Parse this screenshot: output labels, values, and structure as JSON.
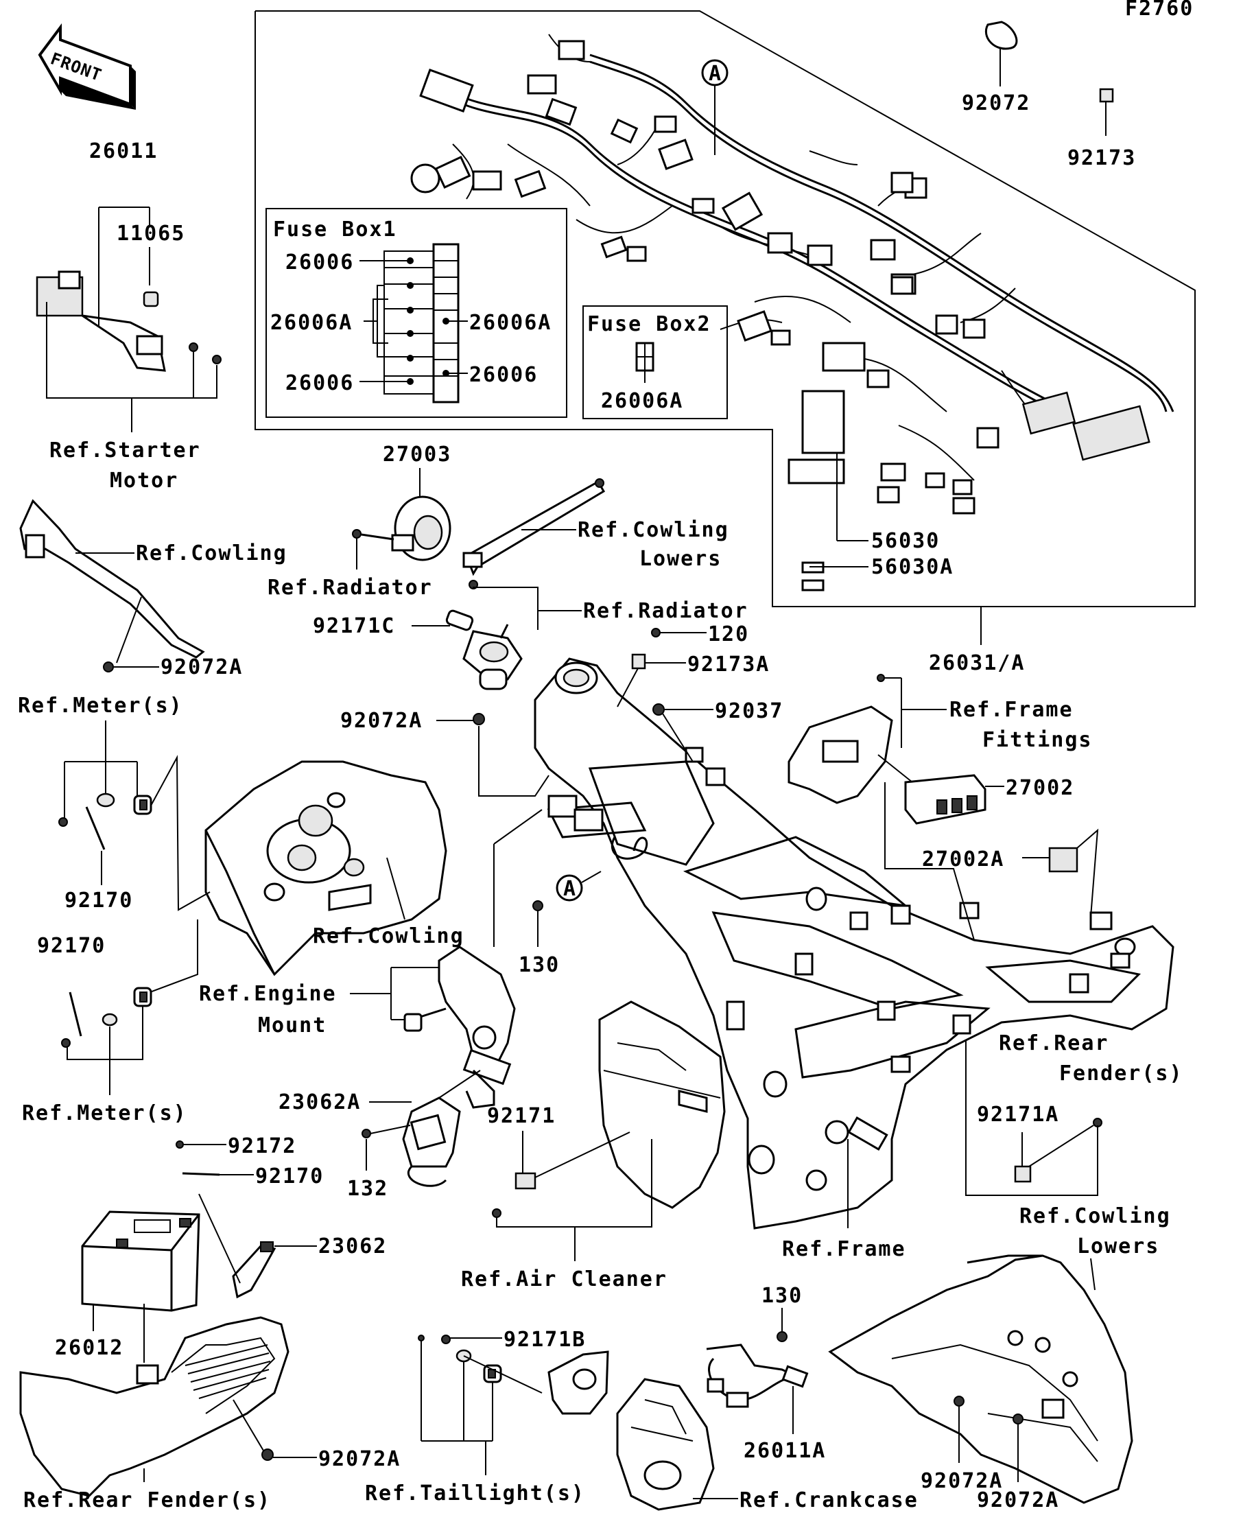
{
  "diagram_code": "F2760",
  "front_arrow": "FRONT",
  "parts": {
    "p26011": "26011",
    "p11065": "11065",
    "p92072": "92072",
    "p92173": "92173",
    "pA_top": "A",
    "pA_mid": "A",
    "p26006_a": "26006",
    "p26006A_left": "26006A",
    "p26006A_right": "26006A",
    "p26006_b": "26006",
    "p26006_c": "26006",
    "p26006A_box2": "26006A",
    "p27003": "27003",
    "p56030": "56030",
    "p56030A": "56030A",
    "p92171C": "92171C",
    "p26031A": "26031/A",
    "p120": "120",
    "p92173A": "92173A",
    "p92037": "92037",
    "p92072A_top": "92072A",
    "p92072A_cowl": "92072A",
    "p27002": "27002",
    "p27002A": "27002A",
    "p92170_a": "92170",
    "p92170_b": "92170",
    "p92170_c": "92170",
    "p130_a": "130",
    "p130_b": "130",
    "p23062A": "23062A",
    "p92171": "92171",
    "p92172": "92172",
    "p132": "132",
    "p92171A": "92171A",
    "p23062": "23062",
    "p26012": "26012",
    "p92171B": "92171B",
    "p26011A": "26011A",
    "p92072A_bl": "92072A",
    "p92072A_br1": "92072A",
    "p92072A_br2": "92072A"
  },
  "fuse_box1": {
    "title": "Fuse Box1"
  },
  "fuse_box2": {
    "title": "Fuse Box2"
  },
  "refs": {
    "starter1": "Ref.Starter",
    "starter2": "Motor",
    "cowling_left": "Ref.Cowling",
    "radiator1": "Ref.Radiator",
    "cowling_lowers1": "Ref.Cowling",
    "cowling_lowers2": "Lowers",
    "radiator2": "Ref.Radiator",
    "frame_fittings1": "Ref.Frame",
    "frame_fittings2": "Fittings",
    "meter_top": "Ref.Meter(s)",
    "cowling_mid": "Ref.Cowling",
    "engine_mount1": "Ref.Engine",
    "engine_mount2": "Mount",
    "meter_bottom": "Ref.Meter(s)",
    "rear_fender1": "Ref.Rear",
    "rear_fender2": "Fender(s)",
    "frame": "Ref.Frame",
    "cowling_lowers_b1": "Ref.Cowling",
    "cowling_lowers_b2": "Lowers",
    "air_cleaner": "Ref.Air Cleaner",
    "taillight": "Ref.Taillight(s)",
    "crankcase": "Ref.Crankcase",
    "rear_fender_bottom": "Ref.Rear Fender(s)"
  }
}
